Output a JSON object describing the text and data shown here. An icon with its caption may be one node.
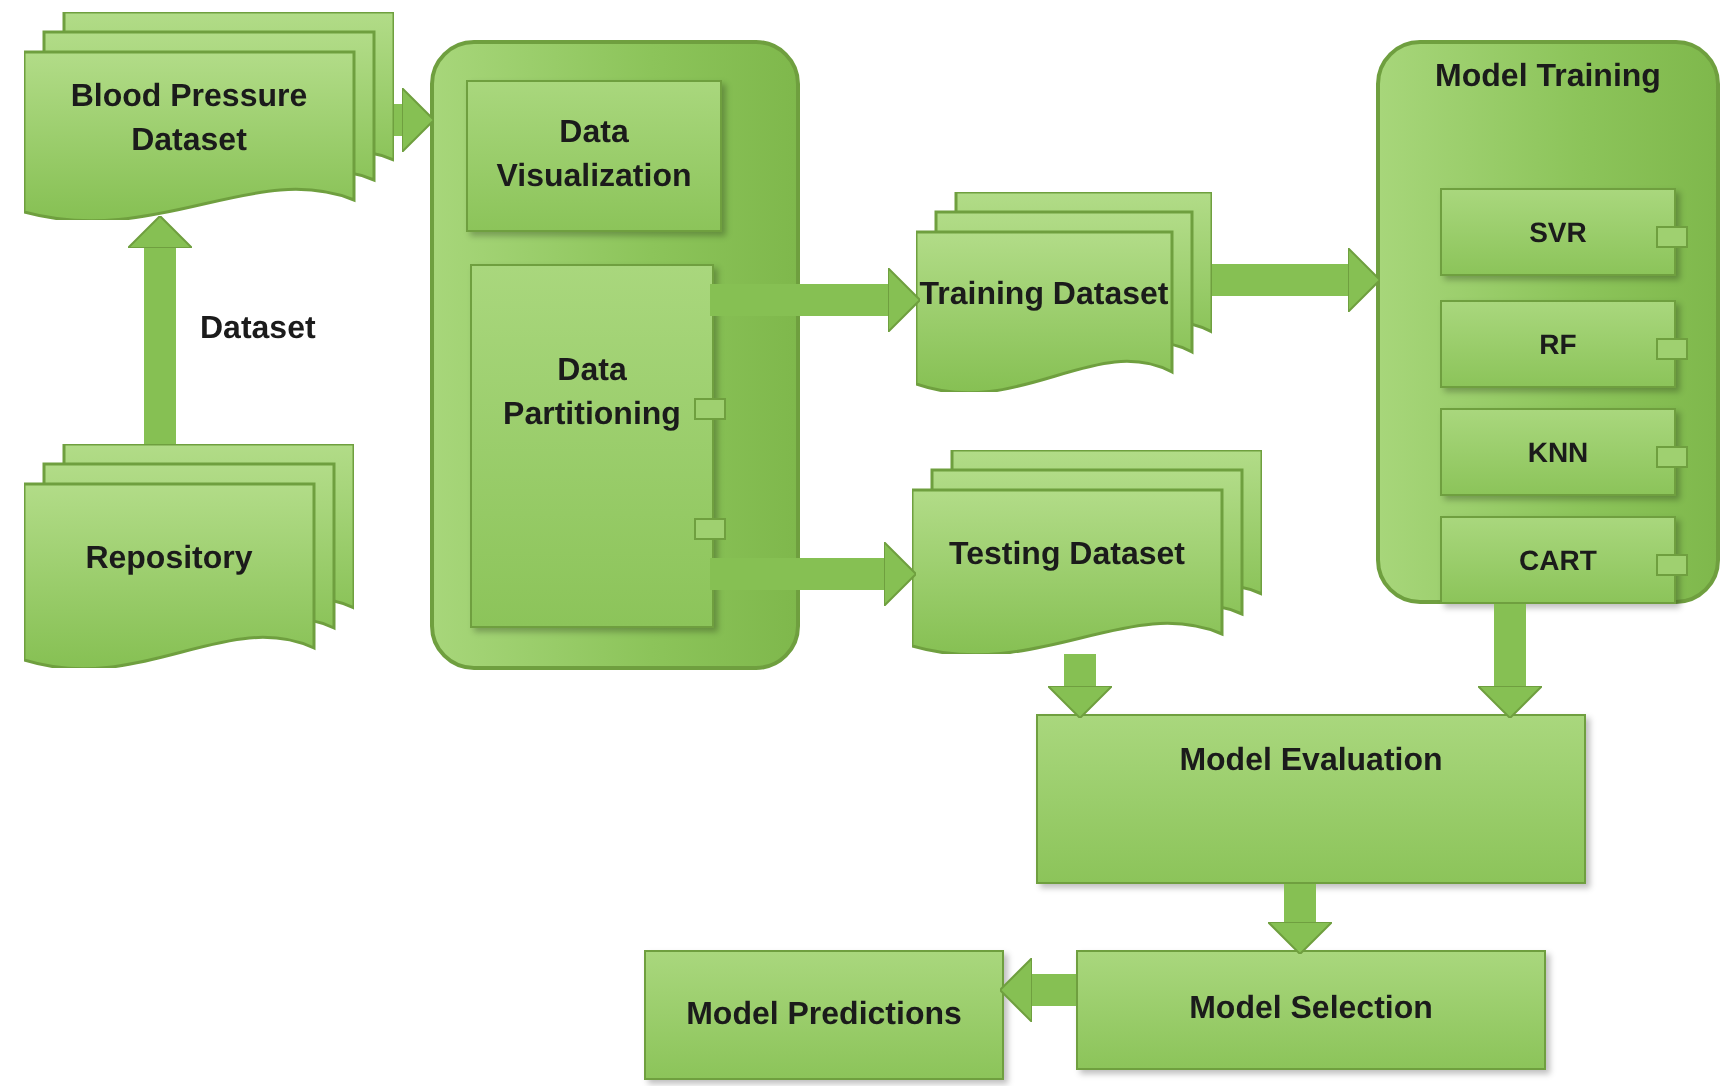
{
  "diagram": {
    "nodes": [
      {
        "text": [
          "Blood Pressure Dataset"
        ]
      },
      {
        "text": [
          "Repository"
        ]
      },
      {
        "text": [],
        "shape": "box"
      },
      {
        "text": [
          "Data Visualization"
        ],
        "in": 2
      },
      {
        "text": [
          "Data Partitioning"
        ],
        "in": 2
      },
      {
        "text": [
          "Training Dataset"
        ]
      },
      {
        "text": [
          "Testing Dataset"
        ]
      },
      {
        "text": [
          "Model Training"
        ]
      },
      {
        "text": [
          "SVR"
        ],
        "in": 7
      },
      {
        "text": [
          "RF"
        ],
        "in": 7
      },
      {
        "text": [
          "KNN"
        ],
        "in": 7
      },
      {
        "text": [
          "CART"
        ],
        "in": 7
      },
      {
        "text": [
          "Model Evaluation"
        ]
      },
      {
        "text": [
          "Model Selection"
        ]
      },
      {
        "text": [
          "Model Predictions"
        ]
      }
    ],
    "edges": [
      {
        "from": 1,
        "to": 0,
        "arrow": "to",
        "label": "Dataset"
      },
      {
        "from": 0,
        "to": 2,
        "arrow": "to"
      },
      {
        "from": 4,
        "to": 5,
        "arrow": "to"
      },
      {
        "from": 4,
        "to": 6,
        "arrow": "to"
      },
      {
        "from": 5,
        "to": 7,
        "arrow": "to"
      },
      {
        "from": 6,
        "to": 12,
        "arrow": "to"
      },
      {
        "from": 7,
        "to": 12,
        "arrow": "to"
      },
      {
        "from": 12,
        "to": 13,
        "arrow": "to"
      },
      {
        "from": 13,
        "to": 14,
        "arrow": "to"
      }
    ]
  }
}
